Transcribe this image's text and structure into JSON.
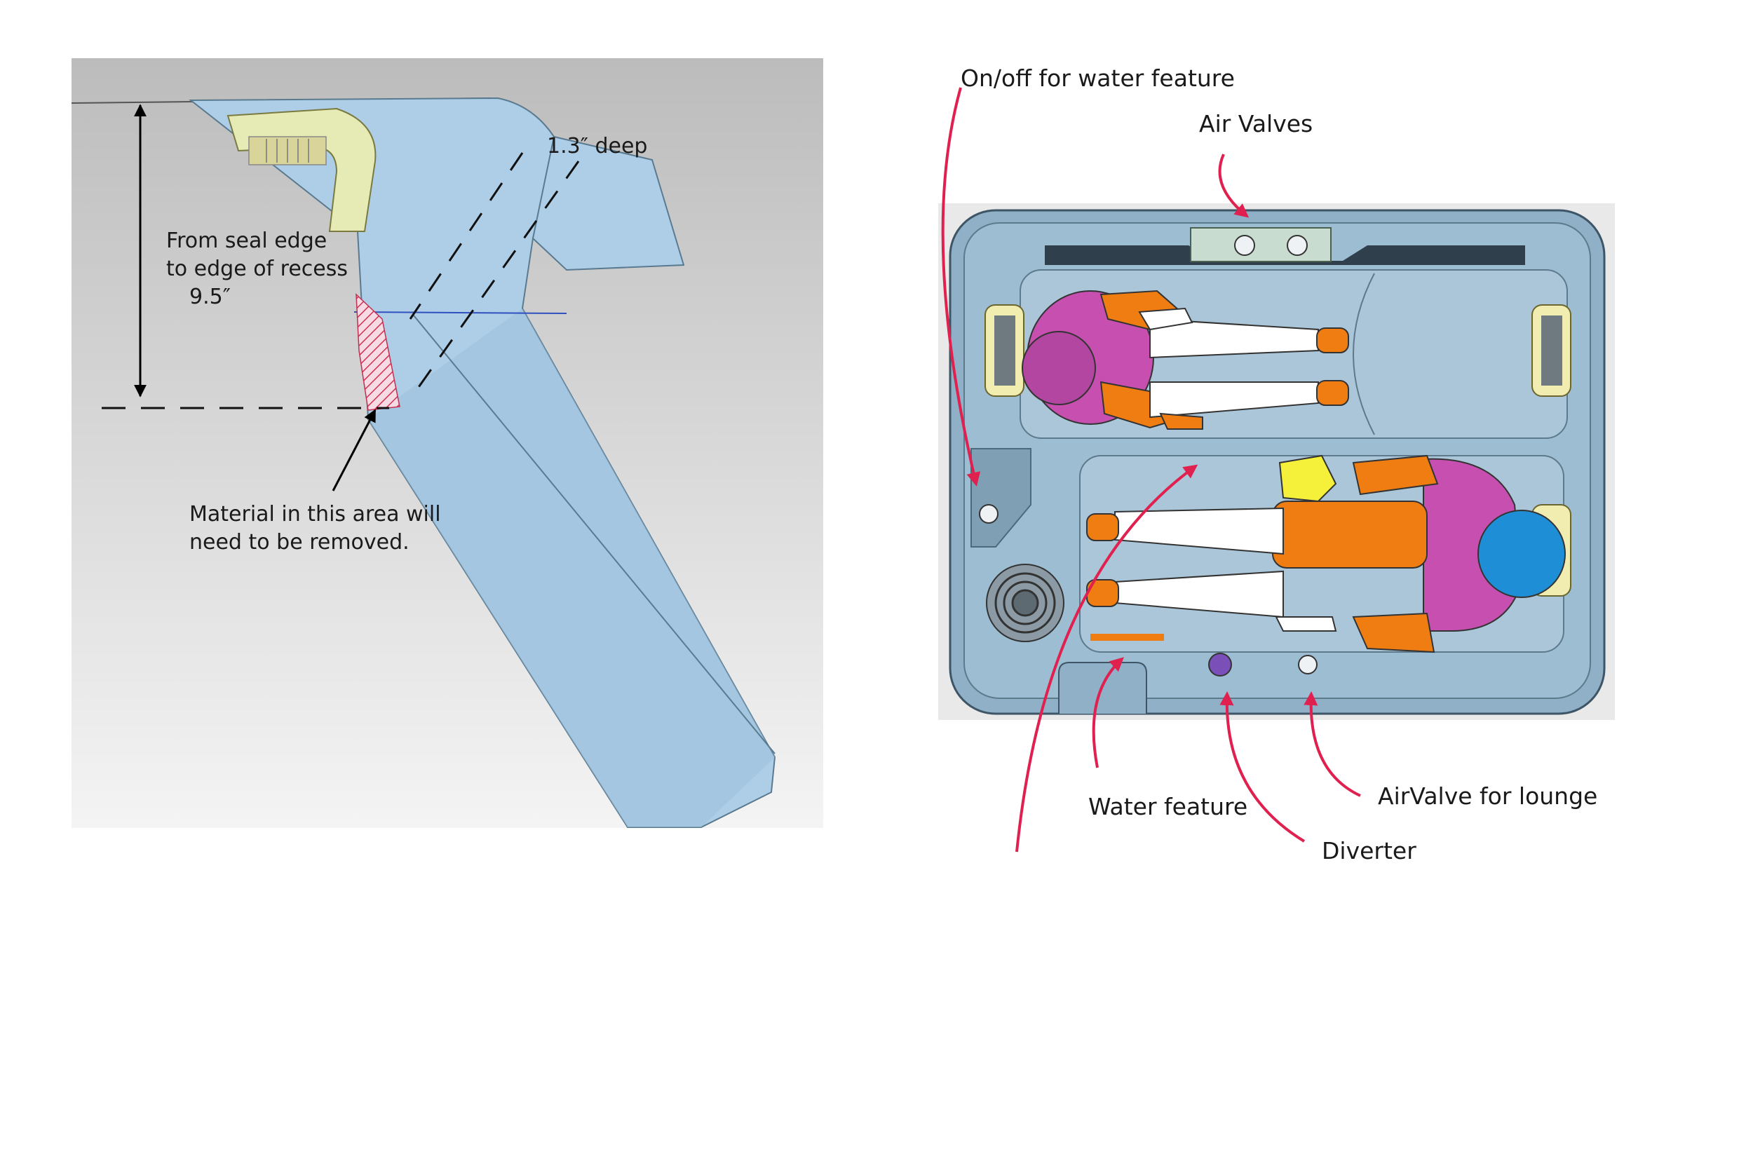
{
  "left_panel": {
    "dim_depth": "1.3″ deep",
    "dim_from_seal": {
      "line1": "From seal edge",
      "line2": "to edge of recess",
      "line3": "9.5″"
    },
    "material_note": {
      "line1": "Material in this area will",
      "line2": "need to be removed."
    }
  },
  "right_panel": {
    "labels": {
      "on_off": "On/off for water feature",
      "air_valves": "Air Valves",
      "water_feature": "Water feature",
      "airvalve_lounge": "AirValve for lounge",
      "diverter": "Diverter"
    }
  },
  "colors": {
    "part_blue": "#aecde6",
    "tub_blue": "#8fb0c6",
    "arrow_red": "#e0204e",
    "body_purple": "#c64fb0",
    "limb_orange": "#f07d12",
    "head_blue": "#1e8fd6",
    "jet_yellow": "#f1ecb0"
  }
}
